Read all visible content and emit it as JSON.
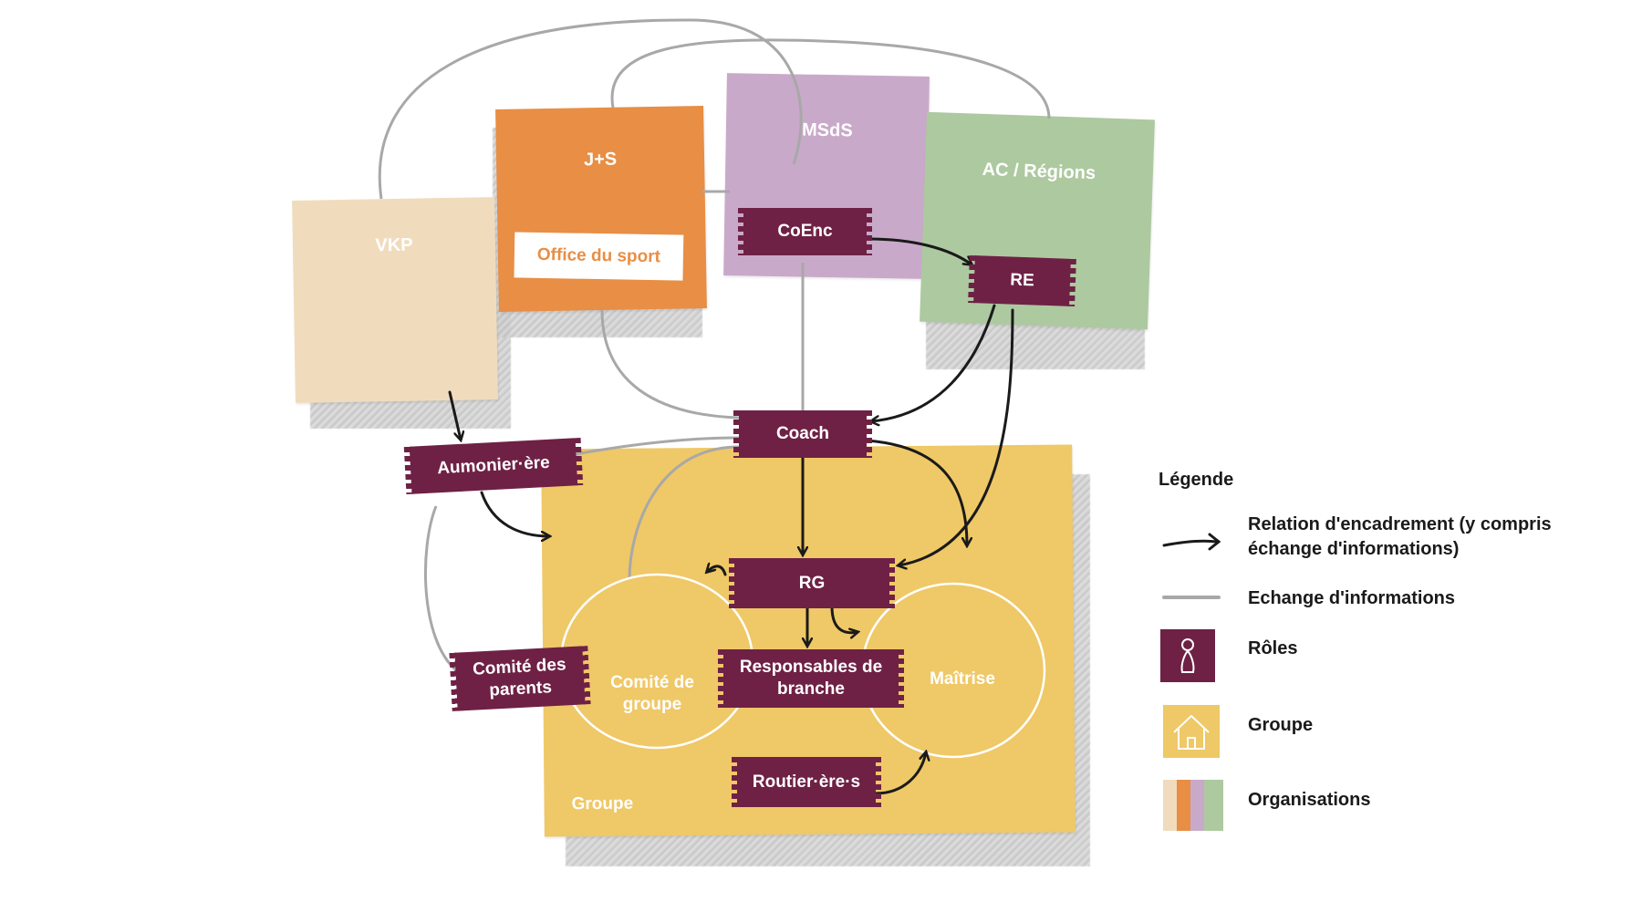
{
  "organisations": {
    "vkp": "VKP",
    "js": "J+S",
    "office": "Office du sport",
    "msds": "MSdS",
    "ac": "AC / Régions"
  },
  "groupe_label": "Groupe",
  "roles": {
    "coenc": "CoEnc",
    "re": "RE",
    "coach": "Coach",
    "aumonier": "Aumonier·ère",
    "rg": "RG",
    "responsables": "Responsables de branche",
    "comite_parents": "Comité des parents",
    "routier": "Routier·ère·s"
  },
  "circles": {
    "comite_groupe": "Comité de groupe",
    "maitrise": "Maîtrise"
  },
  "legend": {
    "title": "Légende",
    "items": [
      {
        "key": "encadrement",
        "text": "Relation d'encadrement (y compris échange d'informations)"
      },
      {
        "key": "echange",
        "text": "Echange d'informations"
      },
      {
        "key": "roles",
        "text": "Rôles"
      },
      {
        "key": "groupe",
        "text": "Groupe"
      },
      {
        "key": "organisations",
        "text": "Organisations"
      }
    ]
  },
  "colors": {
    "vkp": "#f0dcbd",
    "js": "#e88e45",
    "msds": "#c9a9c9",
    "ac": "#adc9a0",
    "groupe": "#efc867",
    "role": "#6e2145"
  }
}
